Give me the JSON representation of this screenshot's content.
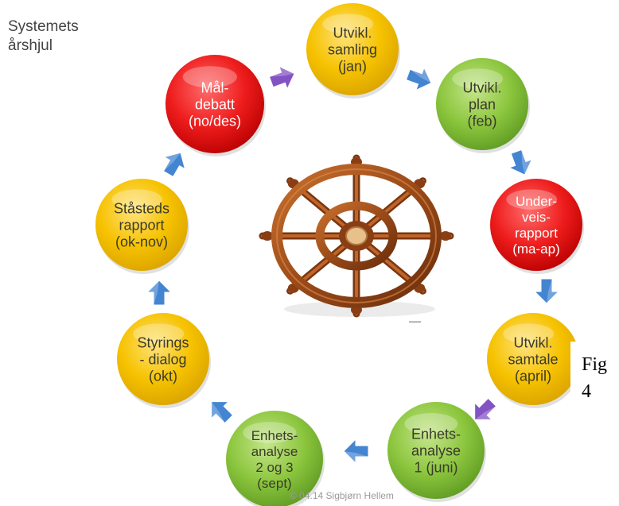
{
  "title": {
    "line1": "Systemets",
    "line2": "årshjul"
  },
  "colors": {
    "yellow": "#f6c200",
    "green": "#8cc63e",
    "red": "#ee1c1c",
    "blue": "#3a7fd0",
    "purple": "#7d4ac0"
  },
  "nodes": [
    {
      "id": "utvikl-samling",
      "lines": [
        "Utvikl.",
        "samling",
        "(jan)"
      ],
      "color": "yellow",
      "text": "dark"
    },
    {
      "id": "utvikl-plan",
      "lines": [
        "Utvikl.",
        "plan",
        "(feb)"
      ],
      "color": "green",
      "text": "dark"
    },
    {
      "id": "underveis-rapport",
      "lines": [
        "Under-",
        "veis-",
        "rapport",
        "(ma-ap)"
      ],
      "color": "red",
      "text": "light"
    },
    {
      "id": "utvikl-samtale",
      "lines": [
        "Utvikl.",
        "samtale",
        "(april)"
      ],
      "color": "yellow",
      "text": "dark"
    },
    {
      "id": "enhetsanalyse-1",
      "lines": [
        "Enhets-",
        "analyse",
        "1 (juni)"
      ],
      "color": "green",
      "text": "dark"
    },
    {
      "id": "enhetsanalyse-2-3",
      "lines": [
        "Enhets-",
        "analyse",
        "2 og 3",
        "(sept)"
      ],
      "color": "green",
      "text": "dark"
    },
    {
      "id": "styringsdialog",
      "lines": [
        "Styrings",
        "- dialog",
        "(okt)"
      ],
      "color": "yellow",
      "text": "dark"
    },
    {
      "id": "staasteds-rapport",
      "lines": [
        "Ståsteds",
        "rapport",
        "(ok-nov)"
      ],
      "color": "yellow",
      "text": "dark"
    },
    {
      "id": "maal-debatt",
      "lines": [
        "Mål-",
        "debatt",
        "(no/des)"
      ],
      "color": "red",
      "text": "light"
    }
  ],
  "arrow_colors": [
    "blue",
    "blue",
    "blue",
    "purple",
    "blue",
    "blue",
    "blue",
    "blue",
    "purple"
  ],
  "center_image": "ships-wheel",
  "footer": "© 04.14 Sigbjørn Hellem",
  "figure_label": {
    "line1": "Fig",
    "line2": "4"
  }
}
